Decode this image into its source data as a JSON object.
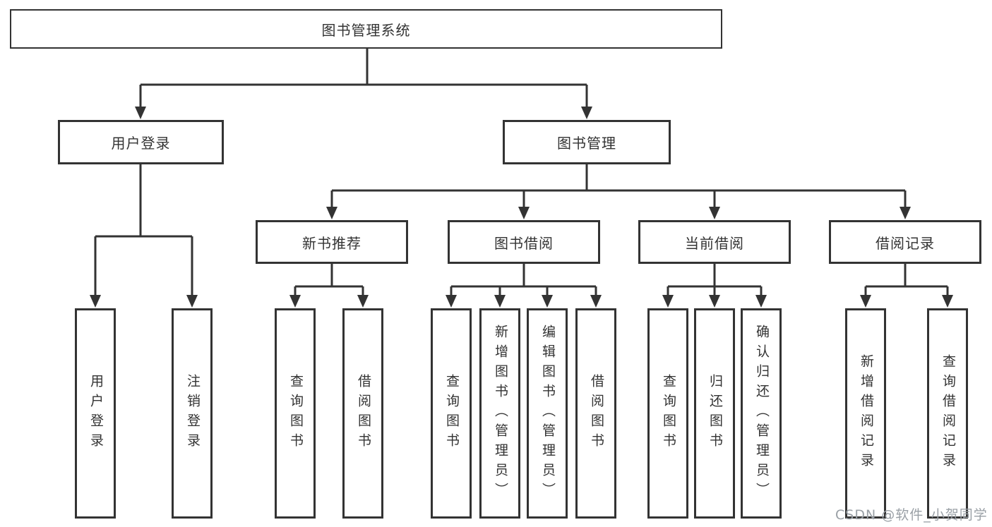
{
  "diagram": {
    "root": {
      "label": "图书管理系统",
      "children": [
        {
          "label": "用户登录",
          "children": [
            {
              "label": "用户登录"
            },
            {
              "label": "注销登录"
            }
          ]
        },
        {
          "label": "图书管理",
          "children": [
            {
              "label": "新书推荐",
              "children": [
                {
                  "label": "查询图书"
                },
                {
                  "label": "借阅图书"
                }
              ]
            },
            {
              "label": "图书借阅",
              "children": [
                {
                  "label": "查询图书"
                },
                {
                  "label": "新增图书（管理员）"
                },
                {
                  "label": "编辑图书（管理员）"
                },
                {
                  "label": "借阅图书"
                }
              ]
            },
            {
              "label": "当前借阅",
              "children": [
                {
                  "label": "查询图书"
                },
                {
                  "label": "归还图书"
                },
                {
                  "label": "确认归还（管理员）"
                }
              ]
            },
            {
              "label": "借阅记录",
              "children": [
                {
                  "label": "新增借阅记录"
                },
                {
                  "label": "查询借阅记录"
                }
              ]
            }
          ]
        }
      ]
    }
  },
  "watermark": {
    "text": "CSDN @软件_小贺同学"
  },
  "colors": {
    "line": "#333333",
    "box_border": "#333333",
    "box_fill": "#ffffff",
    "text": "#333333",
    "watermark": "#9aa0a6",
    "background": "#ffffff"
  }
}
